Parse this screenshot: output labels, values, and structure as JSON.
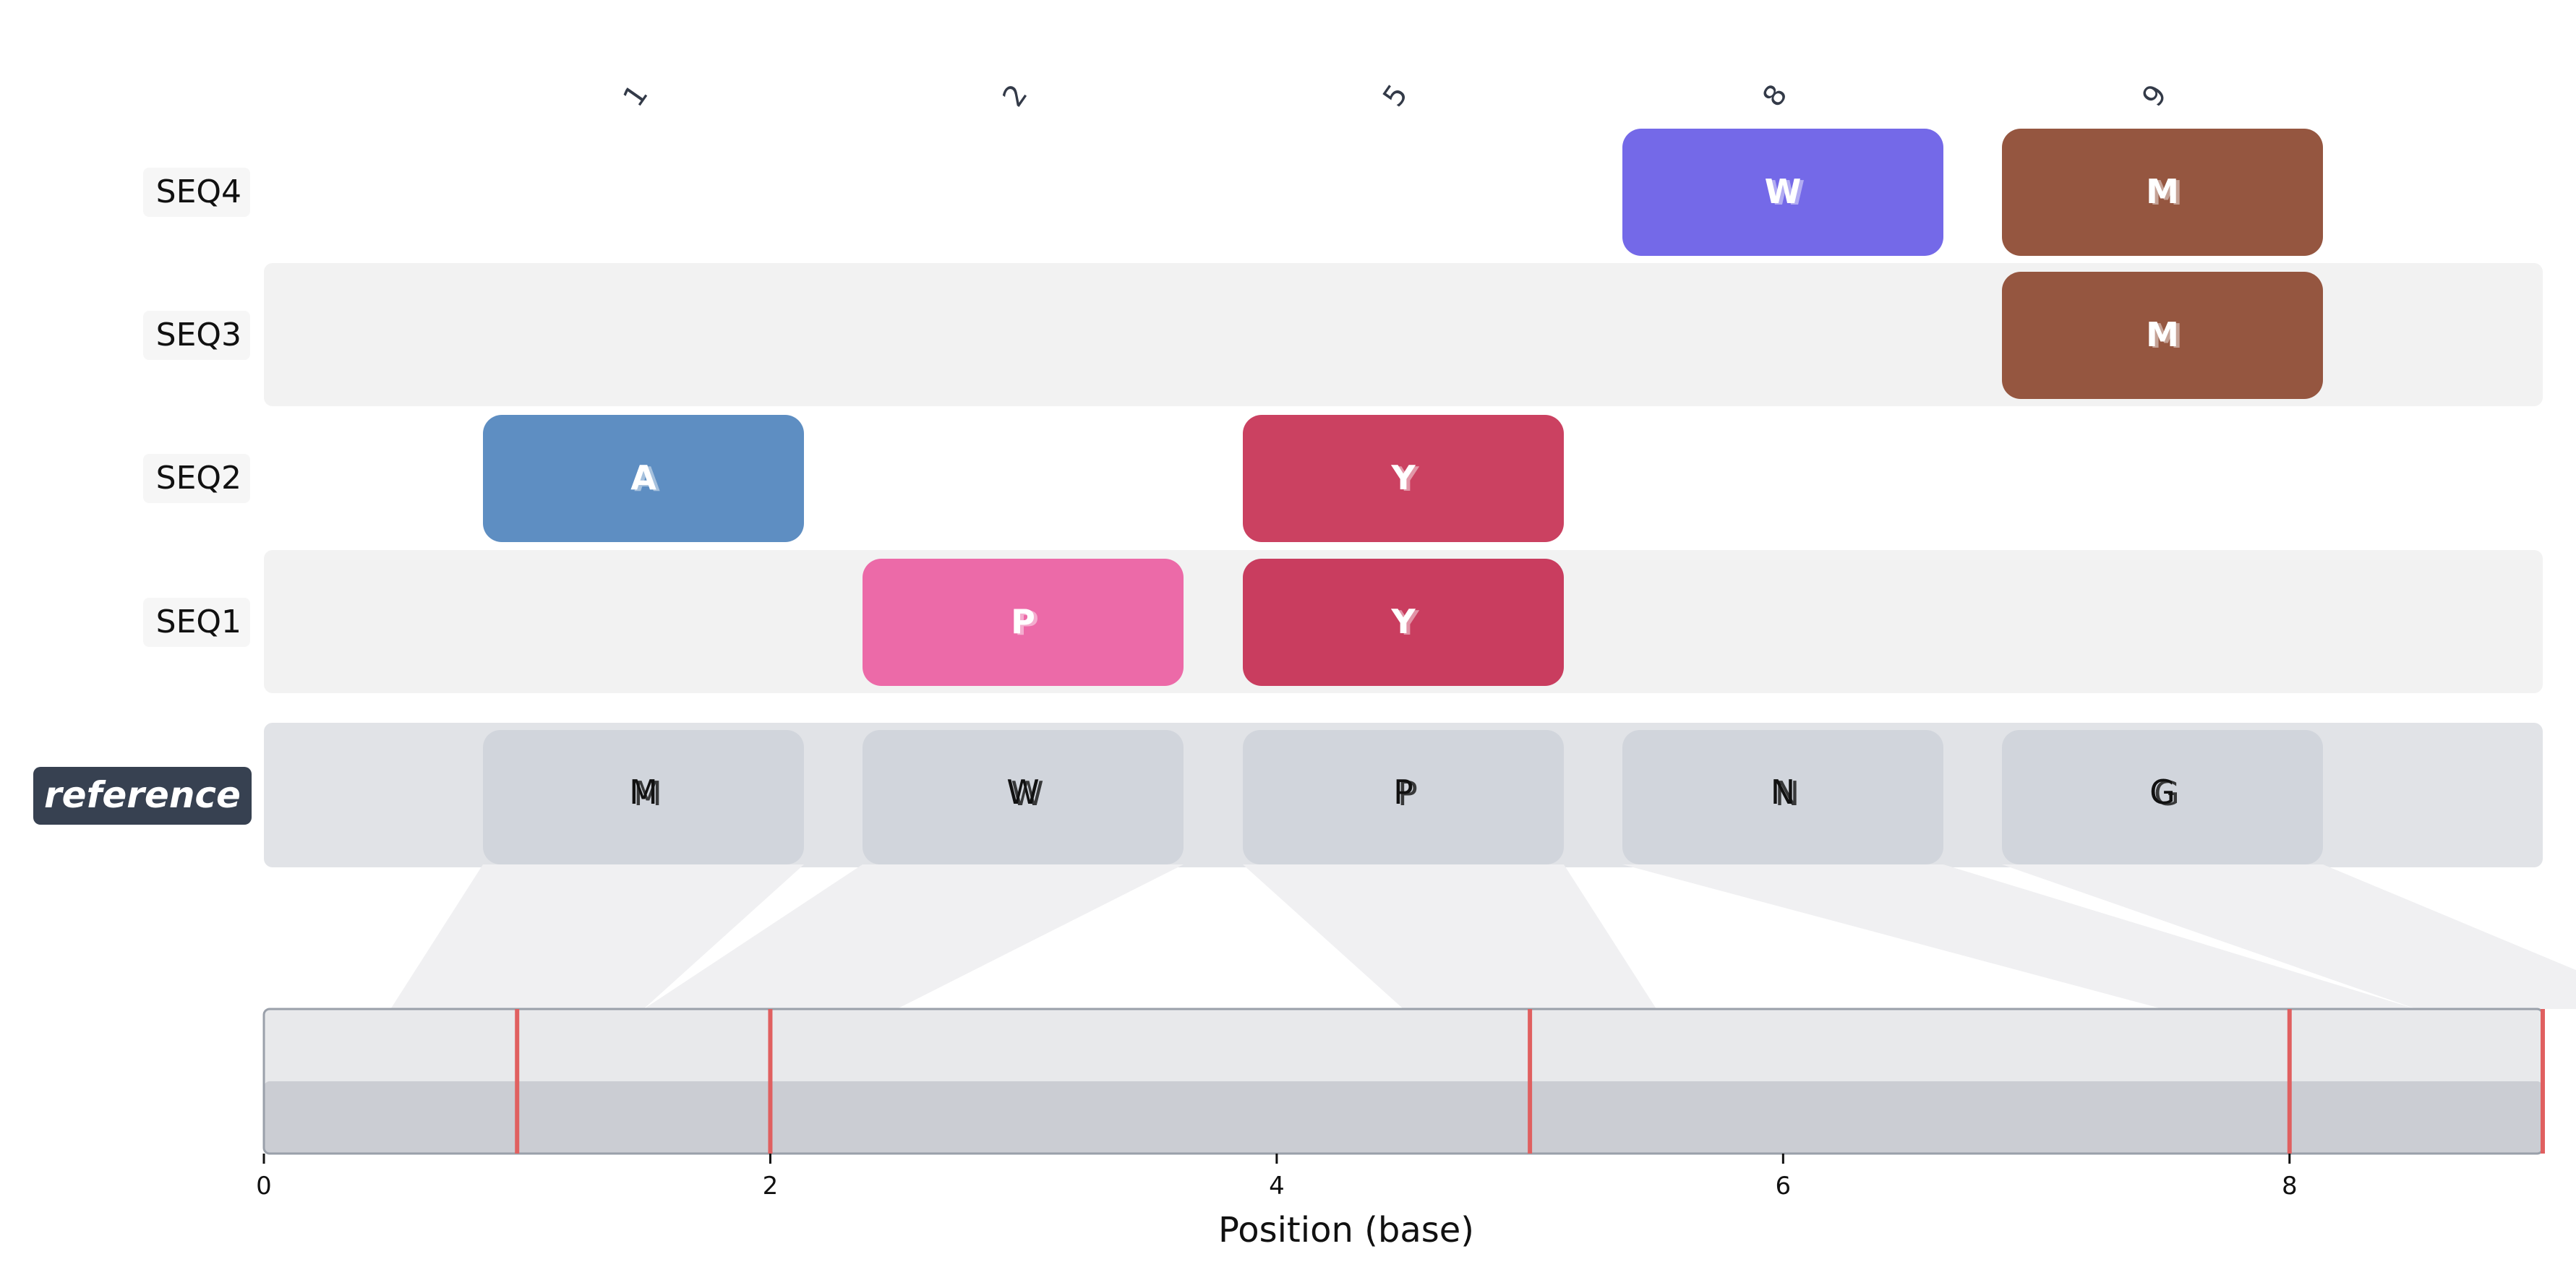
{
  "chart_data": {
    "type": "heatmap",
    "title": "",
    "xlabel": "Position (base)",
    "xlim": [
      0,
      9
    ],
    "xticks": [
      0,
      2,
      4,
      6,
      8
    ],
    "columns": [
      "1",
      "2",
      "5",
      "8",
      "9"
    ],
    "reference": {
      "label": "reference",
      "residues": [
        "M",
        "W",
        "P",
        "N",
        "G"
      ]
    },
    "sequences": [
      {
        "name": "SEQ4",
        "cells": [
          {
            "column": "8",
            "residue": "W",
            "color": "#7469e8"
          },
          {
            "column": "9",
            "residue": "M",
            "color": "#955640"
          }
        ]
      },
      {
        "name": "SEQ3",
        "cells": [
          {
            "column": "9",
            "residue": "M",
            "color": "#955640"
          }
        ]
      },
      {
        "name": "SEQ2",
        "cells": [
          {
            "column": "1",
            "residue": "A",
            "color": "#5e8ec2"
          },
          {
            "column": "5",
            "residue": "Y",
            "color": "#cb4161"
          }
        ]
      },
      {
        "name": "SEQ1",
        "cells": [
          {
            "column": "2",
            "residue": "P",
            "color": "#ec6aa8"
          },
          {
            "column": "5",
            "residue": "Y",
            "color": "#c93d5f"
          }
        ]
      }
    ],
    "variant_positions": [
      1,
      2,
      5,
      8,
      9
    ],
    "colors": {
      "variant_marker": "#e06060",
      "row_band": "#f2f2f2",
      "reference_band": "#e1e3e7",
      "reference_cell": "#d1d5dc",
      "reference_label_bg": "#374151",
      "connector": "#f0f0f2",
      "track_top": "#e8e9eb",
      "track_bottom": "#cbcdd3",
      "track_border": "#9aa0aa"
    }
  }
}
